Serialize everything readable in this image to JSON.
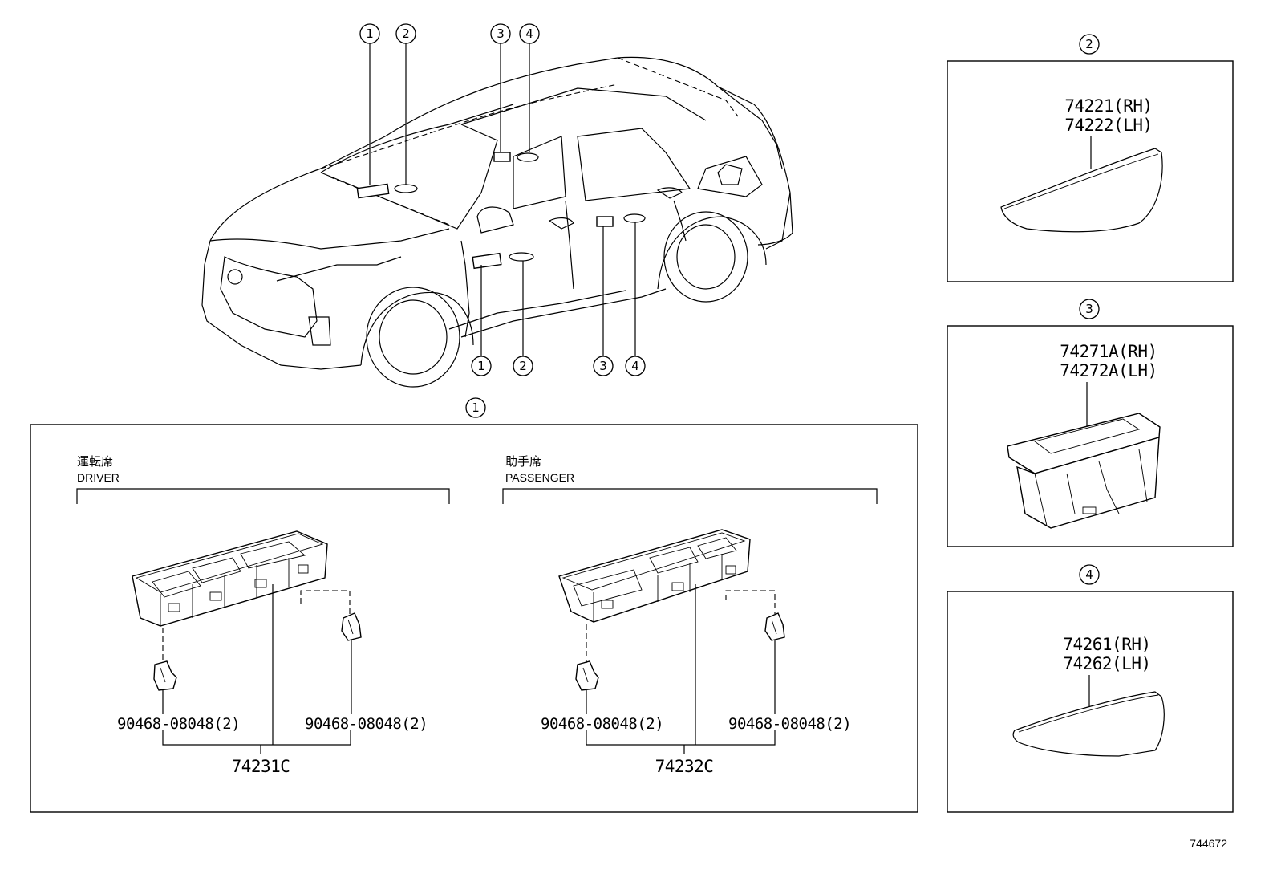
{
  "callouts": {
    "c1": "1",
    "c2": "2",
    "c3": "3",
    "c4": "4"
  },
  "groups": {
    "driver": {
      "label_jp": "運転席",
      "label_en": "DRIVER"
    },
    "passenger": {
      "label_jp": "助手席",
      "label_en": "PASSENGER"
    }
  },
  "parts": {
    "clip": "90468-08048(2)",
    "driver_switch": "74231C",
    "passenger_switch": "74232C",
    "panel2_rh": "74221(RH)",
    "panel2_lh": "74222(LH)",
    "panel3_rh": "74271A(RH)",
    "panel3_lh": "74272A(LH)",
    "panel4_rh": "74261(RH)",
    "panel4_lh": "74262(LH)"
  },
  "sheet_number": "744672"
}
